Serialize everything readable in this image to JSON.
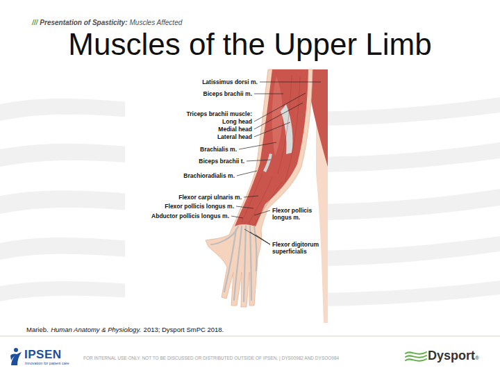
{
  "diagram": {
    "title": "Muscles of the Upper Limb",
    "labels": [
      "///",
      "Presentation of Spasticity:",
      "Muscles Affected",
      "Latissimus dorsi m.",
      "Biceps brachii m.",
      "Triceps brachii muscle:",
      "Long head",
      "Medial head",
      "Lateral head",
      "Brachialis m.",
      "Biceps brachii t.",
      "Brachioradialis m.",
      "Flexor carpi ulnaris m.",
      "Flexor pollicis longus m.",
      "Flexor pollicis longus m.",
      "Abductor pollicis longus m.",
      "Flexor digitorum superficialis",
      "Marieb.",
      "Human Anatomy & Physiology.",
      "2013; Dysport SmPC 2018.",
      "IPSEN",
      "Innovation for patient care",
      "FOR INTERNAL USE ONLY. NOT TO BE DISCUSSED OR DISTRIBUTED OUTSIDE OF IPSEN. | DYS00982 AND DYSOO984",
      "Dysport",
      "®"
    ]
  }
}
